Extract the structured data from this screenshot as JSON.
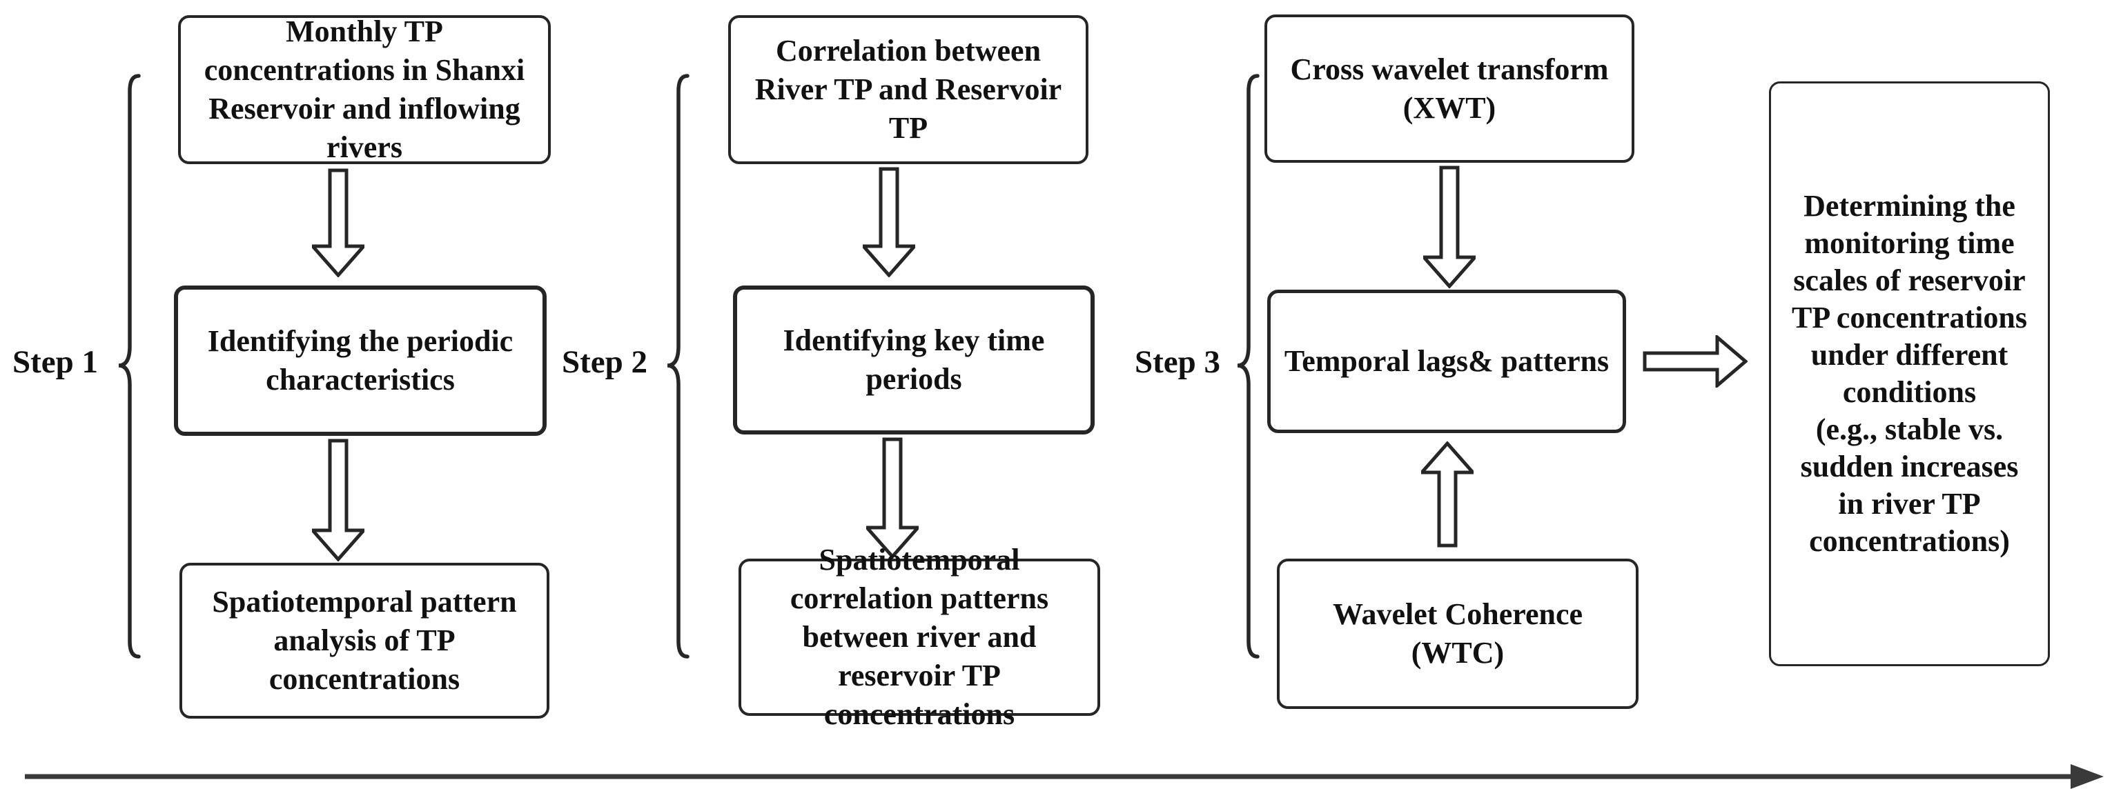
{
  "figure": {
    "steps": [
      {
        "label": "Step 1",
        "top_box": "Monthly TP concentrations in Shanxi Reservoir and inflowing rivers",
        "middle_box": "Identifying the periodic characteristics",
        "bottom_box": "Spatiotemporal pattern analysis of TP concentrations"
      },
      {
        "label": "Step 2",
        "top_box": "Correlation between River TP and Reservoir TP",
        "middle_box": "Identifying key time periods",
        "bottom_box": "Spatiotemporal correlation patterns between river and reservoir TP concentrations"
      },
      {
        "label": "Step 3",
        "top_box": "Cross wavelet transform (XWT)",
        "middle_box": "Temporal lags& patterns",
        "bottom_box": "Wavelet Coherence (WTC)"
      }
    ],
    "outcome_box": "Determining the monitoring time scales of reservoir TP concentrations under different conditions\n(e.g., stable vs. sudden increases in river TP concentrations)",
    "colors": {
      "line": "#262626",
      "text": "#111111",
      "timeline": "#3a3a3a",
      "background": "#ffffff"
    }
  }
}
